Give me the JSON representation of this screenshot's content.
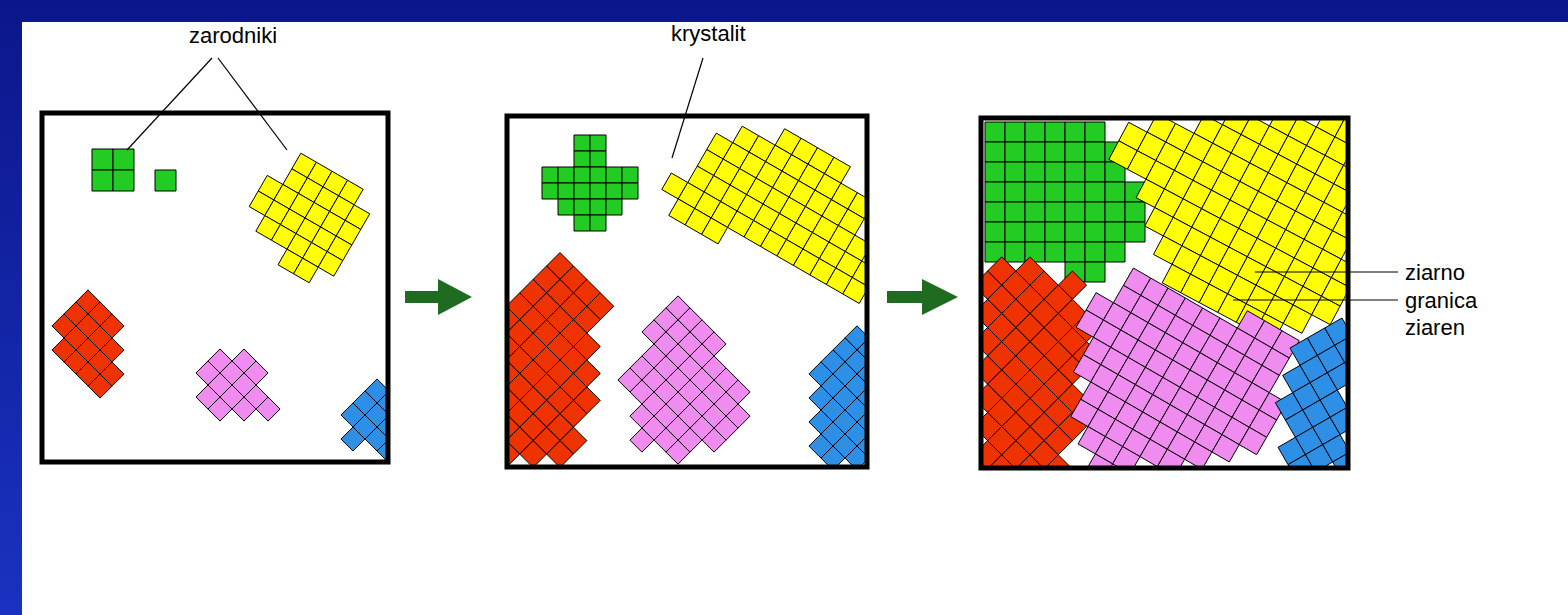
{
  "diagram": {
    "labels": [
      "zarodniki",
      "krystalit",
      "ziarno",
      "granica ziaren"
    ]
  }
}
